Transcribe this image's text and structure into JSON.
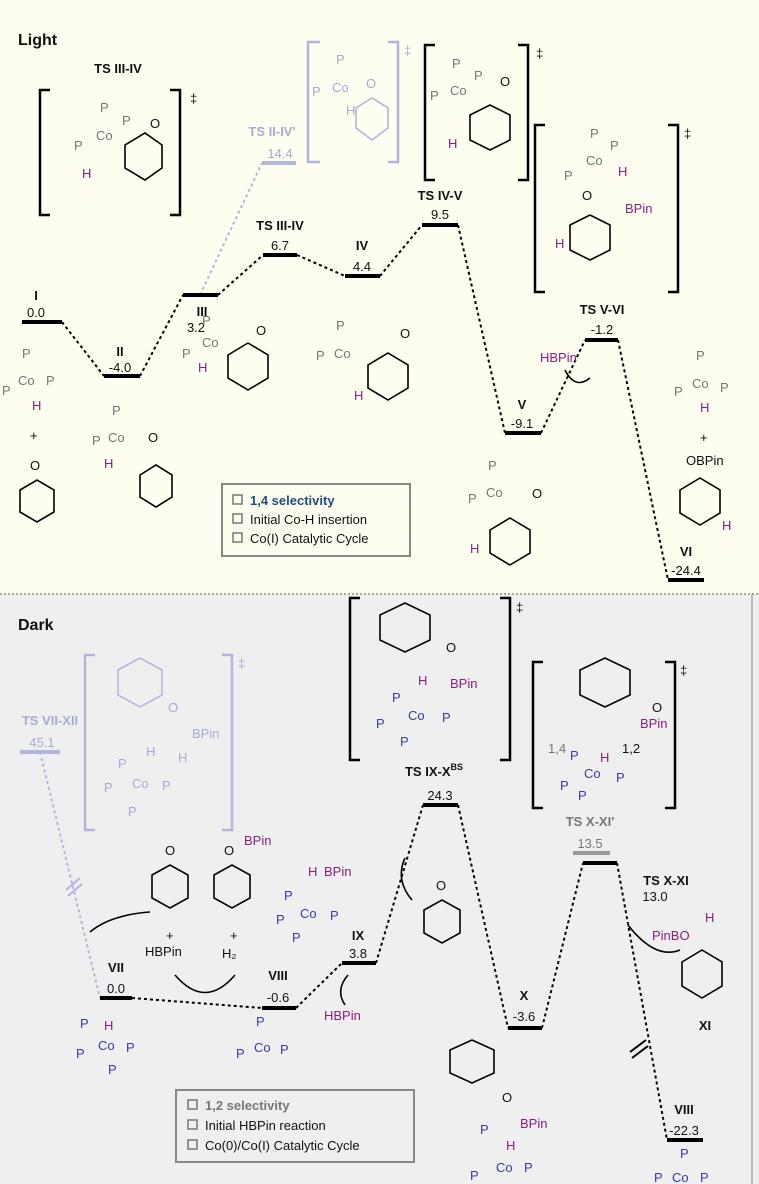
{
  "sections": {
    "light": "Light",
    "dark": "Dark"
  },
  "light_levels": {
    "I": {
      "label": "I",
      "energy": "0.0"
    },
    "II": {
      "label": "II",
      "energy": "-4.0"
    },
    "III": {
      "label": "III",
      "energy": "3.2"
    },
    "TS_III_IV": {
      "label": "TS III-IV",
      "energy": "6.7"
    },
    "IV": {
      "label": "IV",
      "energy": "4.4"
    },
    "TS_IV_V": {
      "label": "TS IV-V",
      "energy": "9.5"
    },
    "V": {
      "label": "V",
      "energy": "-9.1"
    },
    "TS_V_VI": {
      "label": "TS V-VI",
      "energy": "-1.2"
    },
    "VI": {
      "label": "VI",
      "energy": "-24.4"
    },
    "TS_II_IV_prime": {
      "label": "TS II-IV'",
      "energy": "14.4"
    }
  },
  "dark_levels": {
    "TS_VII_XII": {
      "label": "TS VII-XII",
      "energy": "45.1"
    },
    "VII": {
      "label": "VII",
      "energy": "0.0"
    },
    "VIII": {
      "label": "VIII",
      "energy": "-0.6"
    },
    "IX": {
      "label": "IX",
      "energy": "3.8"
    },
    "TS_IX_X": {
      "label": "TS IX-X",
      "sup": "BS",
      "energy": "24.3"
    },
    "X": {
      "label": "X",
      "energy": "-3.6"
    },
    "TS_X_XI_prime": {
      "label": "TS X-XI'",
      "energy": "13.5"
    },
    "TS_X_XI": {
      "label": "TS X-XI",
      "energy": "13.0"
    },
    "VIII_b": {
      "label": "VIII",
      "energy": "-22.3"
    },
    "XI": {
      "label": "XI"
    }
  },
  "ts_structures": {
    "ts_iii_iv": "TS III-IV",
    "dagger": "‡"
  },
  "chem": {
    "Co": "Co",
    "P": "P",
    "H": "H",
    "O": "O",
    "plus": "+",
    "HBPin": "HBPin",
    "BPin": "BPin",
    "OBPin": "OBPin",
    "PinBO": "PinBO",
    "H2": "H₂",
    "label_14": "1,4",
    "label_12": "1,2"
  },
  "legend_light": {
    "items": [
      "1,4 selectivity",
      "Initial Co-H insertion",
      "Co(I) Catalytic Cycle"
    ]
  },
  "legend_dark": {
    "items": [
      "1,2 selectivity",
      "Initial HBPin reaction",
      "Co(0)/Co(I) Catalytic Cycle"
    ]
  },
  "colors": {
    "light_bg": "#fdfdf0",
    "dark_bg": "#efefef",
    "accent_blue": "#1f4e8c",
    "purple": "#8a1f7d",
    "faded": "#a8abd3"
  }
}
